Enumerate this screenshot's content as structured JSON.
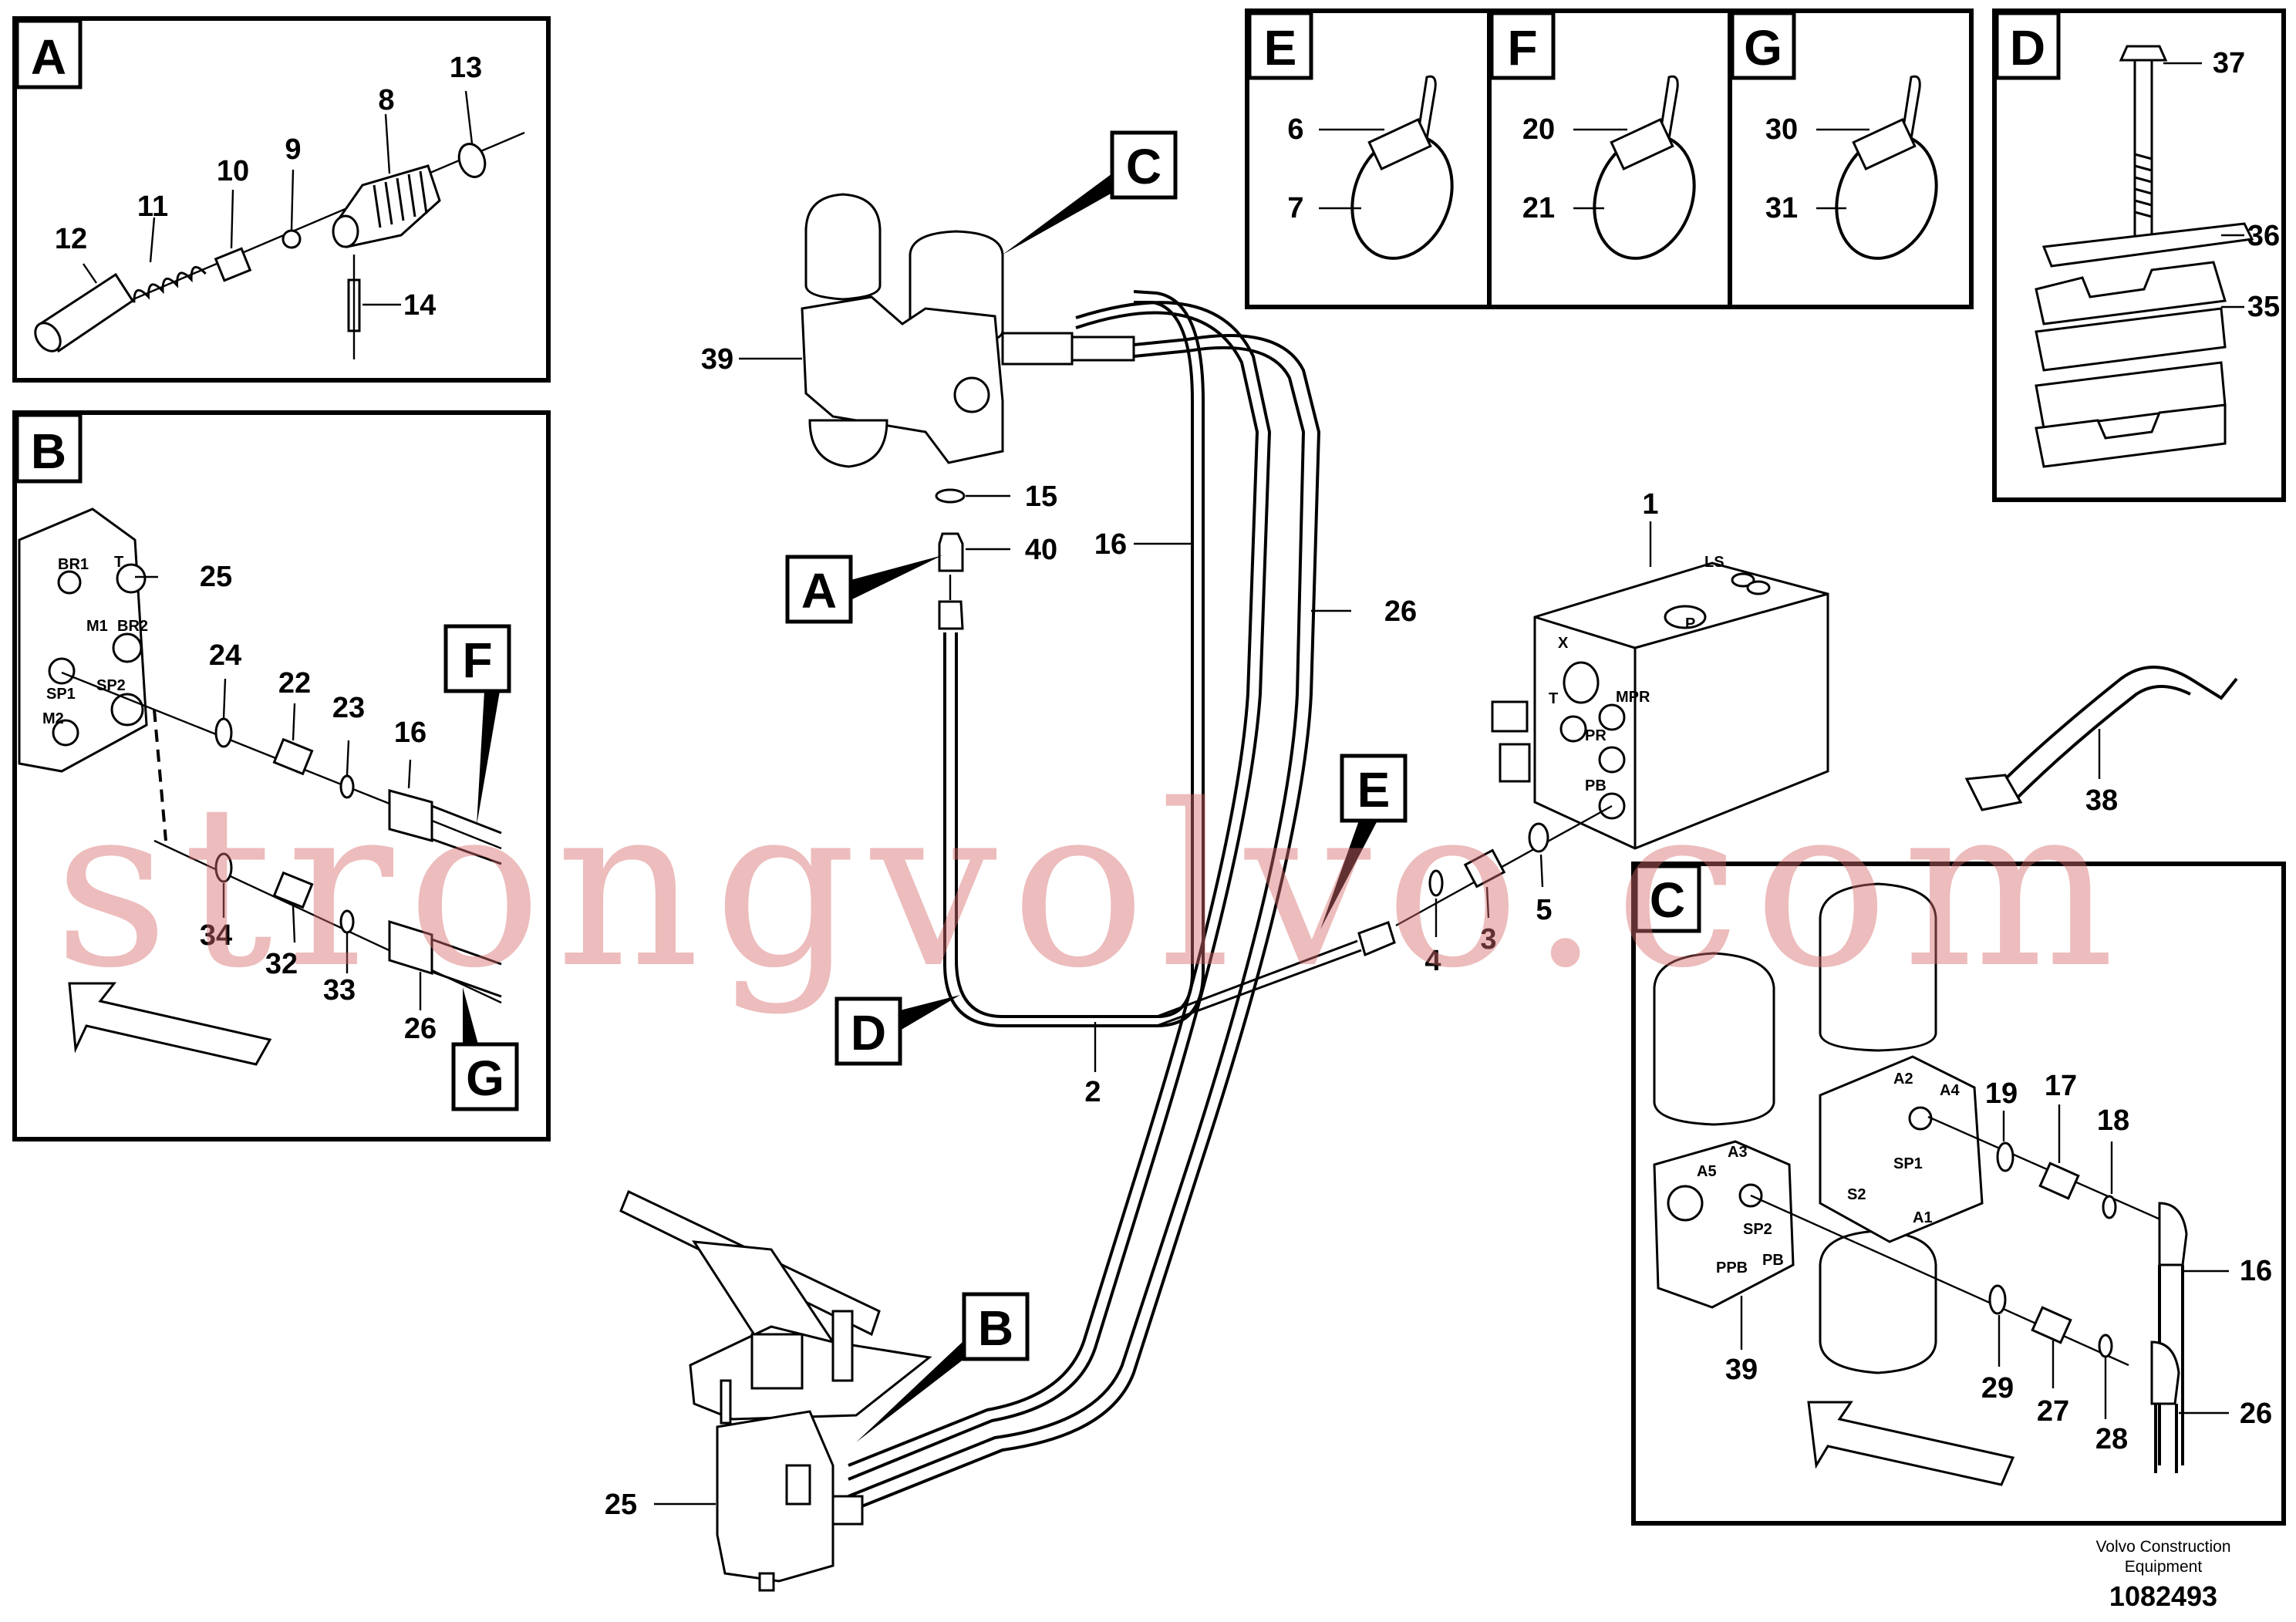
{
  "tags": [
    "A",
    "B",
    "C",
    "D",
    "E",
    "F",
    "G"
  ],
  "numbers": {
    "n1": "1",
    "n2": "2",
    "n3": "3",
    "n4": "4",
    "n5": "5",
    "n6": "6",
    "n7": "7",
    "n8": "8",
    "n9": "9",
    "n10": "10",
    "n11": "11",
    "n12": "12",
    "n13": "13",
    "n14": "14",
    "n15": "15",
    "n16": "16",
    "n17": "17",
    "n18": "18",
    "n19": "19",
    "n20": "20",
    "n21": "21",
    "n22": "22",
    "n23": "23",
    "n24": "24",
    "n25": "25",
    "n26": "26",
    "n27": "27",
    "n28": "28",
    "n29": "29",
    "n30": "30",
    "n31": "31",
    "n32": "32",
    "n33": "33",
    "n34": "34",
    "n35": "35",
    "n36": "36",
    "n37": "37",
    "n38": "38",
    "n39": "39",
    "n40": "40"
  },
  "ports": {
    "br1": "BR1",
    "t": "T",
    "m1": "M1",
    "br2": "BR2",
    "sp1": "SP1",
    "sp2": "SP2",
    "m2": "M2",
    "x": "X",
    "mpr": "MPR",
    "pr": "PR",
    "pb": "PB",
    "ls": "LS",
    "a2": "A2",
    "a4": "A4",
    "a3": "A3",
    "a5": "A5",
    "a1": "A1",
    "s2": "S2",
    "ppb": "PPB",
    "p": "P"
  },
  "footer": {
    "company_line1": "Volvo Construction",
    "company_line2": "Equipment",
    "doc_number": "1082493"
  },
  "watermark": "strongvolvo.com"
}
